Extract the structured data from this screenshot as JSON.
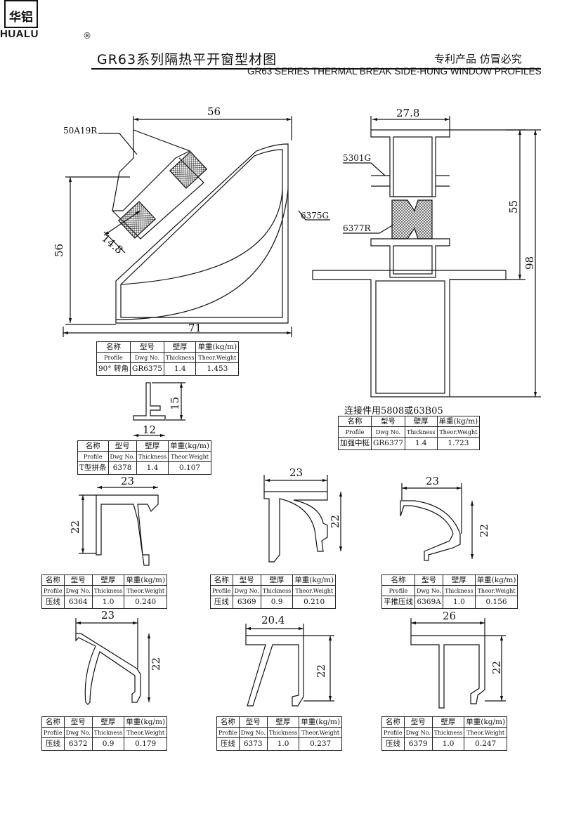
{
  "header": {
    "logo_cn": "华铝",
    "logo_en": "HUALU",
    "reg_mark": "®",
    "title_cn": "GR63系列隔热平开窗型材图",
    "patent_note": "专利产品  仿冒必究",
    "title_en": "GR63 SERIES THERMAL BREAK SIDE-HUNG WINDOW PROFILES"
  },
  "table_headers": {
    "profile_cn": "名称",
    "profile_en": "Profile",
    "dwg_cn": "型号",
    "dwg_en": "Dwg No.",
    "thick_cn": "壁厚",
    "thick_en": "Thickness",
    "weight_cn": "单重(kg/m)",
    "weight_en": "Theor.Weight"
  },
  "profiles": [
    {
      "name": "90° 转角",
      "dwg": "GR6375",
      "thickness": "1.4",
      "weight": "1.453"
    },
    {
      "name": "T型拼条",
      "dwg": "6378",
      "thickness": "1.4",
      "weight": "0.107"
    },
    {
      "name": "加强中梃",
      "dwg": "GR6377",
      "thickness": "1.4",
      "weight": "1.723"
    },
    {
      "name": "压线",
      "dwg": "6364",
      "thickness": "1.0",
      "weight": "0.240"
    },
    {
      "name": "压线",
      "dwg": "6369",
      "thickness": "0.9",
      "weight": "0.210"
    },
    {
      "name": "平推压线",
      "dwg": "6369A",
      "thickness": "1.0",
      "weight": "0.156"
    },
    {
      "name": "压线",
      "dwg": "6372",
      "thickness": "0.9",
      "weight": "0.179"
    },
    {
      "name": "压线",
      "dwg": "6373",
      "thickness": "1.0",
      "weight": "0.237"
    },
    {
      "name": "压线",
      "dwg": "6379",
      "thickness": "1.0",
      "weight": "0.247"
    }
  ],
  "connector_note": "连接件用5808或63B05",
  "dims": {
    "d56_top": "56",
    "d56_side": "56",
    "d71": "71",
    "d148": "14.8",
    "d278": "27.8",
    "d55": "55",
    "d98": "98",
    "d15": "15",
    "d12": "12",
    "d6364_w": "23",
    "d6364_h": "22",
    "d6369_w": "23",
    "d6369_h": "22",
    "d6369a_w": "23",
    "d6369a_h": "22",
    "d6372_w": "23",
    "d6372_h": "22",
    "d6373_w": "20.4",
    "d6373_h": "22",
    "d6379_w": "26",
    "d6379_h": "22"
  },
  "callouts": {
    "c50a19r": "50A19R",
    "c6375g": "6375G",
    "c5301g": "5301G",
    "c6377r": "6377R"
  }
}
